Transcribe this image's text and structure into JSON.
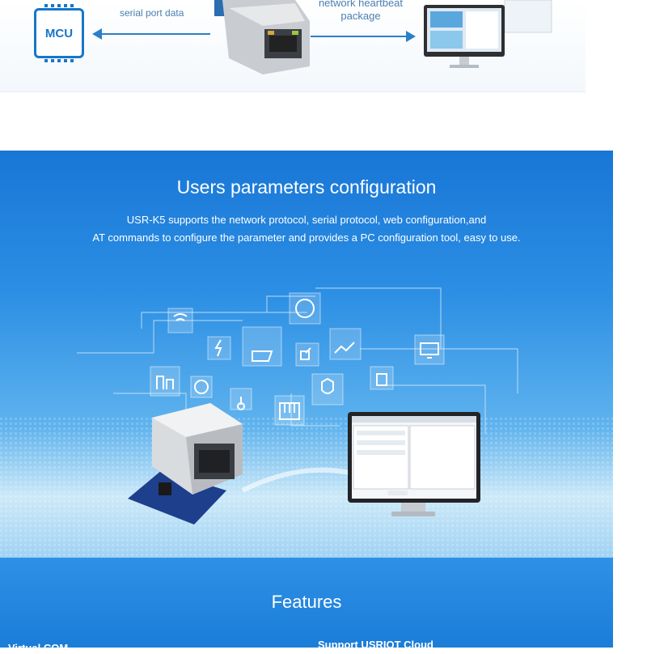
{
  "diagram": {
    "mcu_label": "MCU",
    "serial_label": "serial port data",
    "heartbeat_line1": "network heartbeat",
    "heartbeat_line2": "package"
  },
  "banner": {
    "title": "Users parameters configuration",
    "desc_line1": "USR-K5 supports the network protocol, serial protocol, web configuration,and",
    "desc_line2": "AT commands to configure the parameter and provides a PC configuration tool, easy to use."
  },
  "icons": [
    "wifi-icon",
    "lightning-icon",
    "folder-icon",
    "globe-icon",
    "share-icon",
    "chart-icon",
    "monitor-icon",
    "building-icon",
    "gauge-icon",
    "thermometer-icon",
    "shield-icon",
    "piano-icon",
    "usb-icon"
  ],
  "features": {
    "title": "Features",
    "left_item": "Virtual COM",
    "right_item": "Support USRIOT Cloud"
  },
  "colors": {
    "accent": "#1776c9",
    "banner_top": "#1876d6",
    "banner_mid": "#5fb3ee"
  }
}
